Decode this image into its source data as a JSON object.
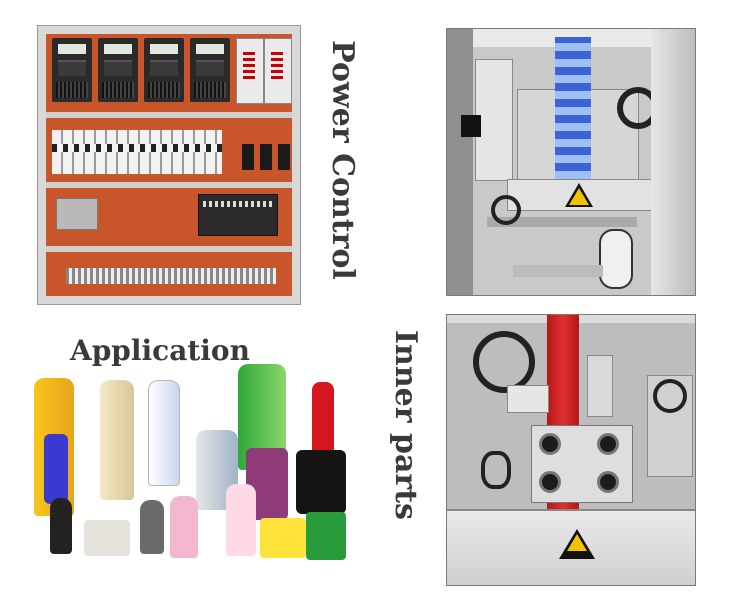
{
  "labels": {
    "power_control": "Power Control",
    "application": "Application",
    "inner_parts": "Inner parts"
  },
  "photos": {
    "panel": {
      "icon": "electrical-control-panel"
    },
    "products": {
      "icon": "labeled-bottles-and-containers"
    },
    "machine_top": {
      "icon": "shrink-sleeve-machine-head"
    },
    "machine_bottom": {
      "icon": "sleeve-labeling-inner-mechanism"
    }
  },
  "colors": {
    "label_text": "#3a3a3a",
    "panel_board": "#c8562a",
    "warning_yellow": "#f2c200"
  }
}
